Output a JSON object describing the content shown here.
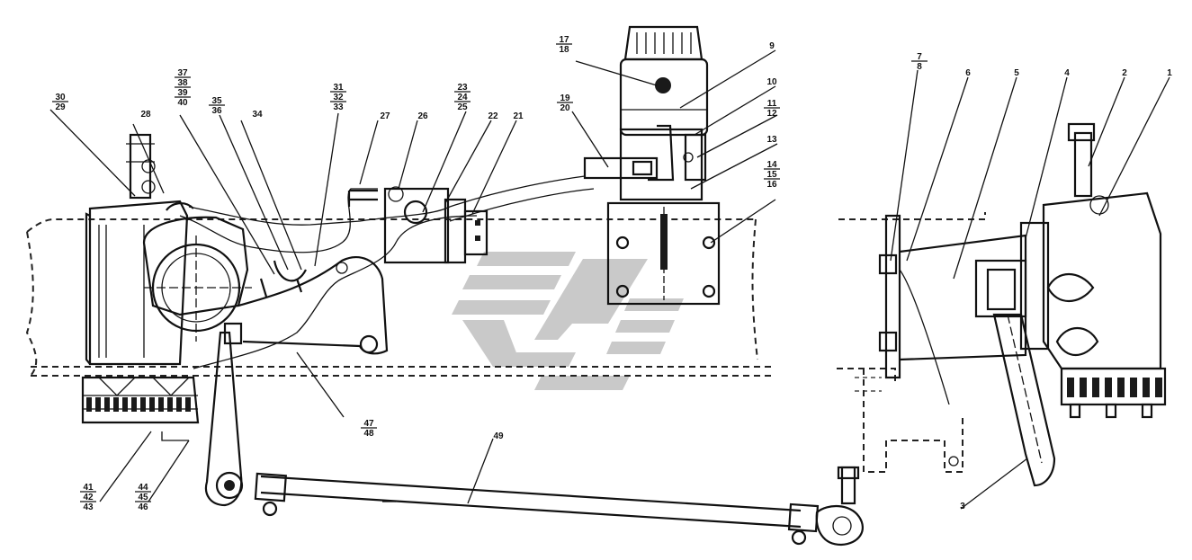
{
  "diagram": {
    "callouts": [
      {
        "id": "c1",
        "lines": [
          "1"
        ]
      },
      {
        "id": "c2",
        "lines": [
          "2"
        ]
      },
      {
        "id": "c3",
        "lines": [
          "3"
        ]
      },
      {
        "id": "c4",
        "lines": [
          "4"
        ]
      },
      {
        "id": "c5",
        "lines": [
          "5"
        ]
      },
      {
        "id": "c6",
        "lines": [
          "6"
        ]
      },
      {
        "id": "c7",
        "lines": [
          "7",
          "8"
        ]
      },
      {
        "id": "c9",
        "lines": [
          "9"
        ]
      },
      {
        "id": "c10",
        "lines": [
          "10"
        ]
      },
      {
        "id": "c11",
        "lines": [
          "11",
          "12"
        ]
      },
      {
        "id": "c13",
        "lines": [
          "13"
        ]
      },
      {
        "id": "c14",
        "lines": [
          "14",
          "15",
          "16"
        ]
      },
      {
        "id": "c17",
        "lines": [
          "17",
          "18"
        ]
      },
      {
        "id": "c19",
        "lines": [
          "19",
          "20"
        ]
      },
      {
        "id": "c21",
        "lines": [
          "21"
        ]
      },
      {
        "id": "c22",
        "lines": [
          "22"
        ]
      },
      {
        "id": "c23",
        "lines": [
          "23",
          "24",
          "25"
        ]
      },
      {
        "id": "c26",
        "lines": [
          "26"
        ]
      },
      {
        "id": "c27",
        "lines": [
          "27"
        ]
      },
      {
        "id": "c28",
        "lines": [
          "28"
        ]
      },
      {
        "id": "c30",
        "lines": [
          "30",
          "29"
        ]
      },
      {
        "id": "c31",
        "lines": [
          "31",
          "32",
          "33"
        ]
      },
      {
        "id": "c34",
        "lines": [
          "34"
        ]
      },
      {
        "id": "c35",
        "lines": [
          "35",
          "36"
        ]
      },
      {
        "id": "c37",
        "lines": [
          "37",
          "38",
          "39",
          "40"
        ]
      },
      {
        "id": "c41",
        "lines": [
          "41",
          "42",
          "43"
        ]
      },
      {
        "id": "c44",
        "lines": [
          "44",
          "45",
          "46"
        ]
      },
      {
        "id": "c47",
        "lines": [
          "47",
          "48"
        ]
      },
      {
        "id": "c49",
        "lines": [
          "49"
        ]
      }
    ]
  }
}
